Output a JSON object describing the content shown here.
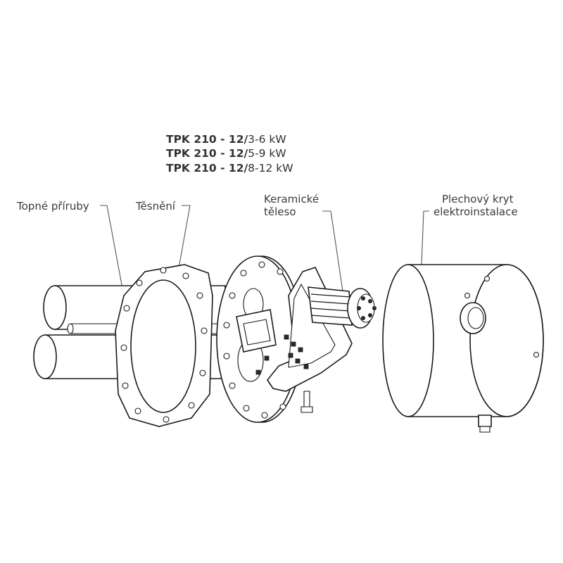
{
  "models": [
    {
      "prefix": "TPK 210 - 12/",
      "suffix": "3-6 kW"
    },
    {
      "prefix": "TPK 210 - 12/",
      "suffix": "5-9 kW"
    },
    {
      "prefix": "TPK 210 - 12/",
      "suffix": "8-12 kW"
    }
  ],
  "labels": {
    "flanges": "Topné příruby",
    "gasket": "Těsnění",
    "ceramic_line1": "Keramické",
    "ceramic_line2": "těleso",
    "cover_line1": "Plechový kryt",
    "cover_line2": "elektroinstalace"
  }
}
